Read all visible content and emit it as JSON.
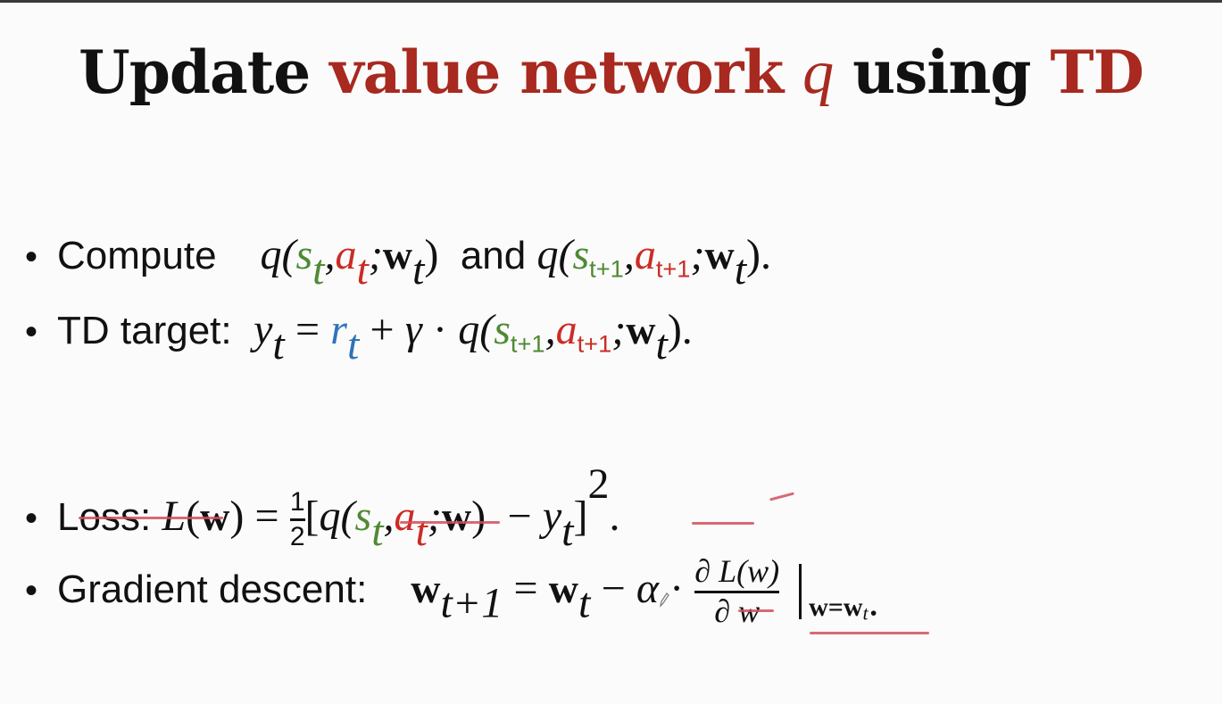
{
  "slide": {
    "title": {
      "part1": "Update ",
      "part2": "value network ",
      "part3": "q",
      "part4": " using ",
      "part5": "TD"
    },
    "bullets": [
      {
        "label": "Compute",
        "expr1": {
          "q": "q(",
          "s": "s",
          "s_sub": "t",
          "comma": ",",
          "a": "a",
          "a_sub": "t",
          "semi": ";",
          "w": "w",
          "w_sub": "t",
          "close": ")"
        },
        "conj": "and",
        "expr2": {
          "q": "q(",
          "s": "s",
          "s_sub": "t+1",
          "comma": ",",
          "a": "a",
          "a_sub": "t+1",
          "semi": ";",
          "w": "w",
          "w_sub": "t",
          "close": ")."
        }
      },
      {
        "label": "TD target:",
        "y": "y",
        "y_sub": "t",
        "eq": "=",
        "r": "r",
        "r_sub": "t",
        "plus": "+",
        "gamma": "γ",
        "cdot": "·",
        "q": "q(",
        "s": "s",
        "s_sub": "t+1",
        "comma": ",",
        "a": "a",
        "a_sub": "t+1",
        "semi": ";",
        "w": "w",
        "w_sub": "t",
        "close": ")."
      },
      {
        "label": "Loss:",
        "L": "L",
        "Lw_open": "(",
        "Lw": "w",
        "Lw_close": ")",
        "eq": "=",
        "half_num": "1",
        "half_den": "2",
        "open": "[",
        "q": "q(",
        "s": "s",
        "s_sub": "t",
        "comma": ",",
        "a": "a",
        "a_sub": "t",
        "semi": ";",
        "w": "w",
        "close": ")",
        "minus": "−",
        "y": "y",
        "y_sub": "t",
        "bracket_close": "]",
        "sq": "2",
        "end": "."
      },
      {
        "label": "Gradient descent:",
        "w_lhs": "w",
        "w_lhs_sub": "t+1",
        "eq": "=",
        "w_rhs": "w",
        "w_rhs_sub": "t",
        "minus": "−",
        "alpha": "α",
        "cdot": "·",
        "frac_num": "∂ L(w)",
        "frac_den": "∂ w",
        "eval_w": "w=w",
        "eval_sub": "t",
        "end": "."
      }
    ],
    "colors": {
      "title_accent": "#a8291f",
      "state_green": "#4e8a33",
      "action_red": "#cc2b24",
      "reward_blue": "#2e73b8",
      "annotation_ink": "#d0505a"
    }
  }
}
